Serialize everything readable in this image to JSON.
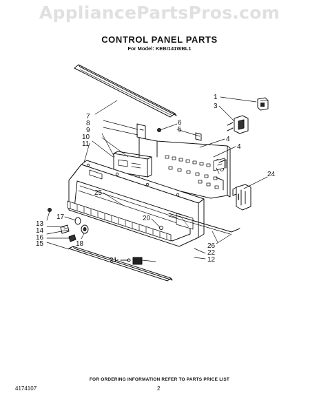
{
  "watermark": "AppliancePartsPros.com",
  "title": "CONTROL PANEL PARTS",
  "model_line": "For Model: KEBI141WBL1",
  "callouts": [
    {
      "id": "c1",
      "label": "1"
    },
    {
      "id": "c3",
      "label": "3"
    },
    {
      "id": "c6",
      "label": "6"
    },
    {
      "id": "c5",
      "label": "5"
    },
    {
      "id": "c7",
      "label": "7"
    },
    {
      "id": "c8",
      "label": "8"
    },
    {
      "id": "c9",
      "label": "9"
    },
    {
      "id": "c10",
      "label": "10"
    },
    {
      "id": "c11",
      "label": "11"
    },
    {
      "id": "c4a",
      "label": "4"
    },
    {
      "id": "c4b",
      "label": "4"
    },
    {
      "id": "c24",
      "label": "24"
    },
    {
      "id": "c25",
      "label": "25"
    },
    {
      "id": "c13",
      "label": "13"
    },
    {
      "id": "c14",
      "label": "14"
    },
    {
      "id": "c17",
      "label": "17"
    },
    {
      "id": "c16",
      "label": "16"
    },
    {
      "id": "c15",
      "label": "15"
    },
    {
      "id": "c18",
      "label": "18"
    },
    {
      "id": "c20",
      "label": "20"
    },
    {
      "id": "c26",
      "label": "26"
    },
    {
      "id": "c22",
      "label": "22"
    },
    {
      "id": "c12",
      "label": "12"
    },
    {
      "id": "c21",
      "label": "21"
    }
  ],
  "footer": {
    "ordering_info": "FOR ORDERING INFORMATION REFER TO PARTS PRICE LIST",
    "part_number": "4174107",
    "page_number": "2"
  }
}
